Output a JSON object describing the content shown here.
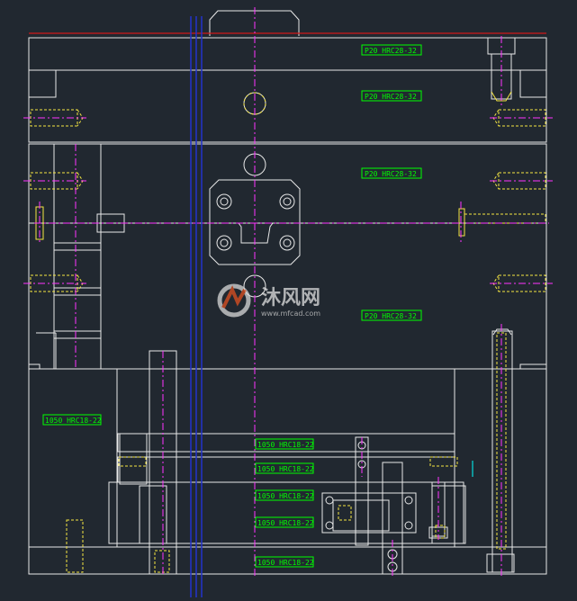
{
  "drawing": {
    "background": "#212830",
    "colors": {
      "outline": "#e8e8e8",
      "centerline": "#ff33ff",
      "hidden": "#f5e642",
      "label_frame": "#00ff00",
      "label_text": "#00ff00",
      "parting_line": "#d01818",
      "guide_line": "#2233cc",
      "cyan_mark": "#00ffff"
    },
    "labels": [
      "P20 HRC28-32",
      "P20 HRC28-32",
      "P20 HRC28-32",
      "P20 HRC28-32",
      "1050 HRC18-22",
      "1050 HRC18-22",
      "1050 HRC18-22",
      "1050 HRC18-22",
      "1050 HRC18-22",
      "1050 HRC18-22"
    ]
  },
  "watermark": {
    "logo_icon": "mfcad-logo-icon",
    "title": "沐风网",
    "url": "www.mfcad.com"
  }
}
